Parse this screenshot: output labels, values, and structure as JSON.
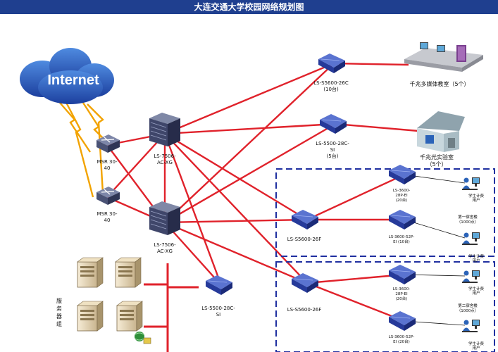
{
  "title": "大连交通大学校园网络规划图",
  "colors": {
    "link": "#e0222b",
    "lightning": "#f2a300",
    "title_bg": "#1f3f8f",
    "dash": "#1f2fa0",
    "switch": "#2a3ea8"
  },
  "internet": {
    "label": "Internet"
  },
  "devices": {
    "msr1": [
      "MSR 30-",
      "40"
    ],
    "msr2": [
      "MSR 30-",
      "40"
    ],
    "core1": [
      "LS-7506-",
      "AC-XG"
    ],
    "core2": [
      "LS-7506-",
      "AC-XG"
    ],
    "s1": [
      "LS-S5600-26C",
      "(10台)"
    ],
    "s2": [
      "LS-5500-28C-",
      "SI",
      "(5台)"
    ],
    "agg1": [
      "LS-S5600-26F"
    ],
    "agg2": [
      "LS-S5600-26F"
    ],
    "server_sw": [
      "LS-5500-28C-",
      "SI"
    ],
    "acc1": [
      "LS-3600-",
      "28P-EI",
      "(20台)"
    ],
    "acc2": [
      "LS-3600-52P-",
      "EI (10台)"
    ],
    "acc3": [
      "LS-3600-",
      "28P-EI",
      "(20台)"
    ],
    "acc4": [
      "LS-3600-52P-",
      "EI (20台)"
    ]
  },
  "places": {
    "classroom": "千兆多媒体教室（5个）",
    "lab": [
      "千兆光实验室",
      "（5个）"
    ],
    "dorm1": [
      "第一宿舍楼",
      "（1000点）"
    ],
    "dorm2": [
      "第二宿舍楼",
      "（1000点）"
    ],
    "billing_user": [
      "学生计费",
      "用户"
    ]
  },
  "server_group": [
    "服",
    "务",
    "器",
    "组"
  ]
}
